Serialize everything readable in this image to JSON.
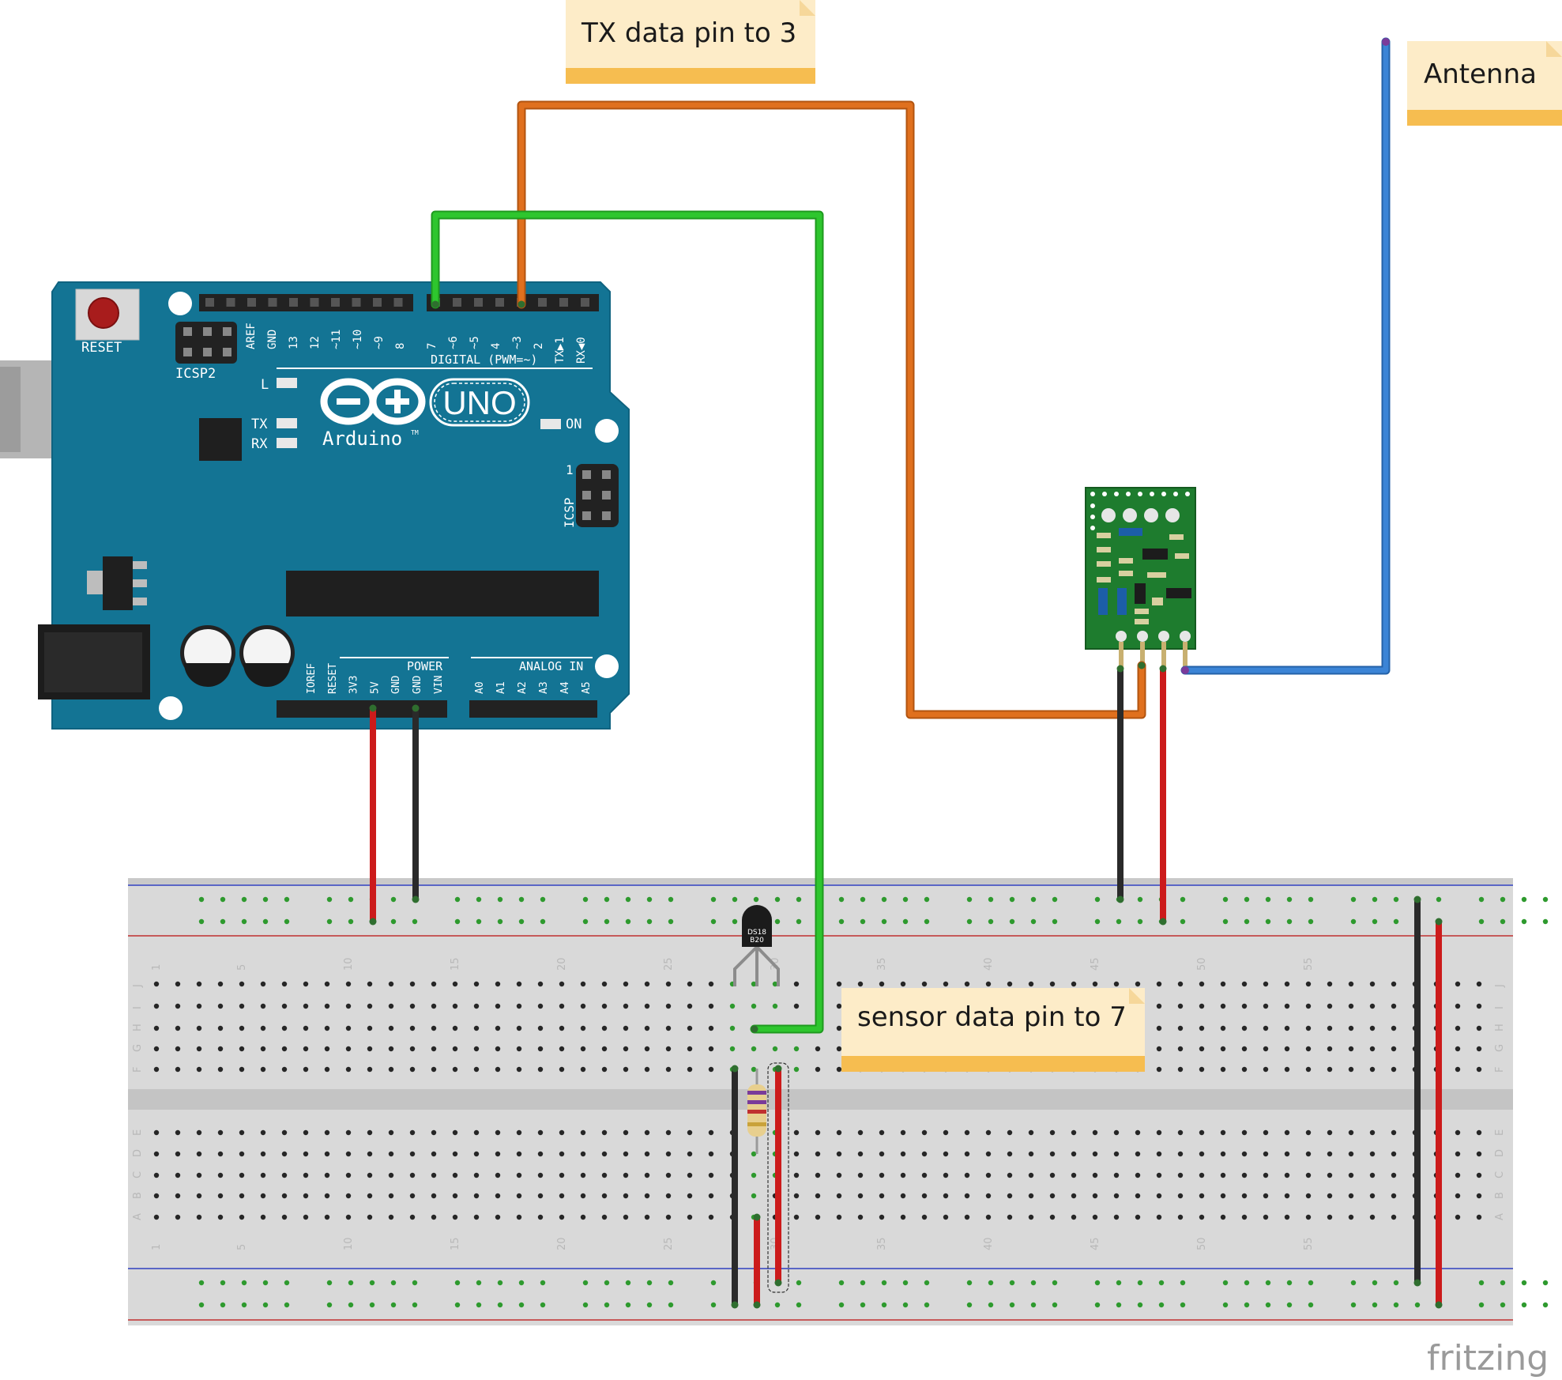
{
  "notes": {
    "tx": "TX data pin to 3",
    "antenna": "Antenna",
    "sensor": "sensor data pin to 7"
  },
  "arduino": {
    "reset": "RESET",
    "icsp2": "ICSP2",
    "icsp": "ICSP",
    "icsp_pin1": "1",
    "digital": "DIGITAL (PWM=~)",
    "uno": "UNO",
    "brand": "Arduino",
    "tm": "TM",
    "led_l": "L",
    "led_tx": "TX",
    "led_rx": "RX",
    "led_on": "ON",
    "power": "POWER",
    "analog_in": "ANALOG IN",
    "digital_pins": [
      "AREF",
      "GND",
      "13",
      "12",
      "~11",
      "~10",
      "~9",
      "8",
      "7",
      "~6",
      "~5",
      "4",
      "~3",
      "2",
      "TX▶1",
      "RX◀0"
    ],
    "power_pins": [
      "IOREF",
      "RESET",
      "3V3",
      "5V",
      "GND",
      "GND",
      "VIN"
    ],
    "analog_pins": [
      "A0",
      "A1",
      "A2",
      "A3",
      "A4",
      "A5"
    ]
  },
  "sensor": {
    "line1": "DS18",
    "line2": "B20"
  },
  "breadboard": {
    "col_numbers": [
      "1",
      "5",
      "10",
      "15",
      "20",
      "25",
      "30",
      "35",
      "40",
      "45",
      "50",
      "55"
    ],
    "rows_top": [
      "J",
      "I",
      "H",
      "G",
      "F"
    ],
    "rows_bottom": [
      "E",
      "D",
      "C",
      "B",
      "A"
    ]
  },
  "brand": "fritzing",
  "colors": {
    "board": "#137494",
    "wire_orange": "#e0701e",
    "wire_green": "#2ec62e",
    "wire_blue": "#3b84d6",
    "wire_red": "#cc1b1b",
    "wire_black": "#2a2a2a",
    "note_bg": "#fdecc8",
    "note_bar": "#f6bd50",
    "module_pcb": "#1e7c2e"
  }
}
